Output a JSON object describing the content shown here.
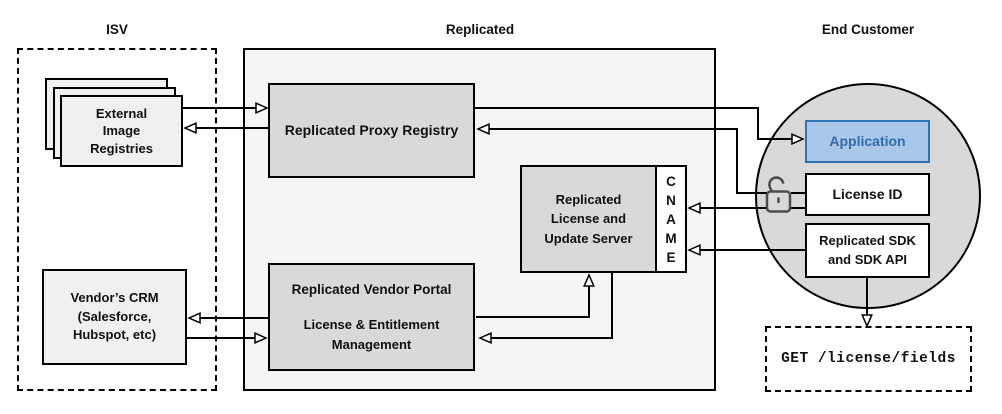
{
  "sections": {
    "isv": {
      "label": "ISV"
    },
    "replicated": {
      "label": "Replicated"
    },
    "end_customer": {
      "label": "End Customer"
    }
  },
  "nodes": {
    "external_registries": {
      "lines": [
        "External",
        "Image",
        "Registries"
      ]
    },
    "vendor_crm": {
      "lines": [
        "Vendor’s CRM",
        "(Salesforce,",
        "Hubspot, etc)"
      ]
    },
    "proxy_registry": {
      "label": "Replicated Proxy Registry"
    },
    "license_server": {
      "lines": [
        "Replicated",
        "License and",
        "Update Server"
      ]
    },
    "cname": {
      "letters": [
        "C",
        "N",
        "A",
        "M",
        "E"
      ]
    },
    "vendor_portal": {
      "title": "Replicated Vendor Portal",
      "lines": [
        "License & Entitlement",
        "Management"
      ]
    },
    "application": {
      "label": "Application"
    },
    "license_id": {
      "label": "License ID"
    },
    "sdk_api": {
      "lines": [
        "Replicated SDK",
        "and SDK API"
      ]
    },
    "get_license_fields": {
      "label": "GET /license/fields"
    }
  },
  "icons": {
    "lock": "open-padlock-icon"
  },
  "colors": {
    "node_gray": "#d9d9d9",
    "section_bg": "#f5f5f5",
    "light_node": "#f0f0f0",
    "application_fill": "#a9c7e8",
    "application_border": "#2e74b5",
    "line": "#000000",
    "lock_stroke": "#4d4d4d"
  },
  "edges": [
    {
      "from": "external_registries",
      "to": "proxy_registry"
    },
    {
      "from": "proxy_registry",
      "to": "external_registries"
    },
    {
      "from": "proxy_registry",
      "to": "application"
    },
    {
      "from": "license_id",
      "to": "proxy_registry"
    },
    {
      "from": "license_id",
      "to": "cname"
    },
    {
      "from": "sdk_api",
      "to": "cname"
    },
    {
      "from": "vendor_portal",
      "to": "license_server"
    },
    {
      "from": "license_server",
      "to": "vendor_portal"
    },
    {
      "from": "vendor_portal",
      "to": "vendor_crm"
    },
    {
      "from": "vendor_crm",
      "to": "vendor_portal"
    },
    {
      "from": "sdk_api",
      "to": "get_license_fields"
    }
  ]
}
